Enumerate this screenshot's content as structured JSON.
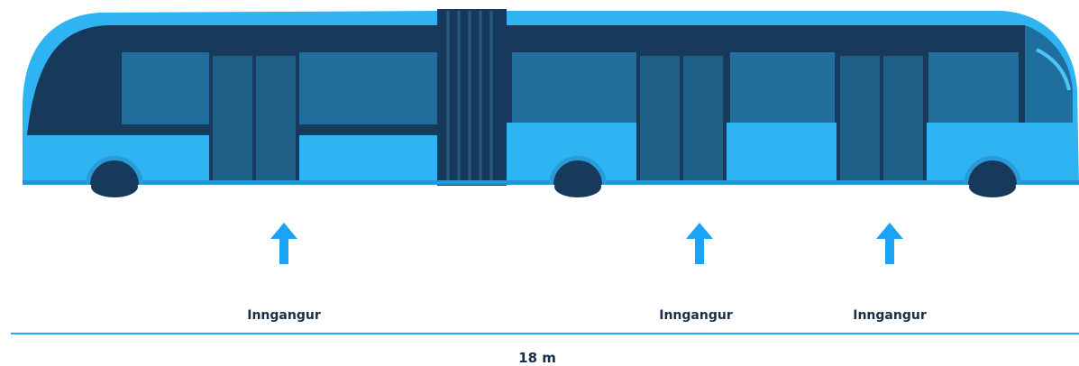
{
  "entrance": {
    "label": "Inngangur",
    "arrow_icon": "arrow-up-icon",
    "arrow_color": "#1ba3f5"
  },
  "entrances": [
    {
      "label": "Inngangur"
    },
    {
      "label": "Inngangur"
    },
    {
      "label": "Inngangur"
    }
  ],
  "dimension": {
    "length_label": "18 m",
    "line_color": "#29a8ee"
  },
  "bus": {
    "body_color": "#2fb4f3",
    "dark_color": "#173a5c",
    "window_color": "#1f6f9e",
    "icon": "articulated-bus-illustration"
  }
}
